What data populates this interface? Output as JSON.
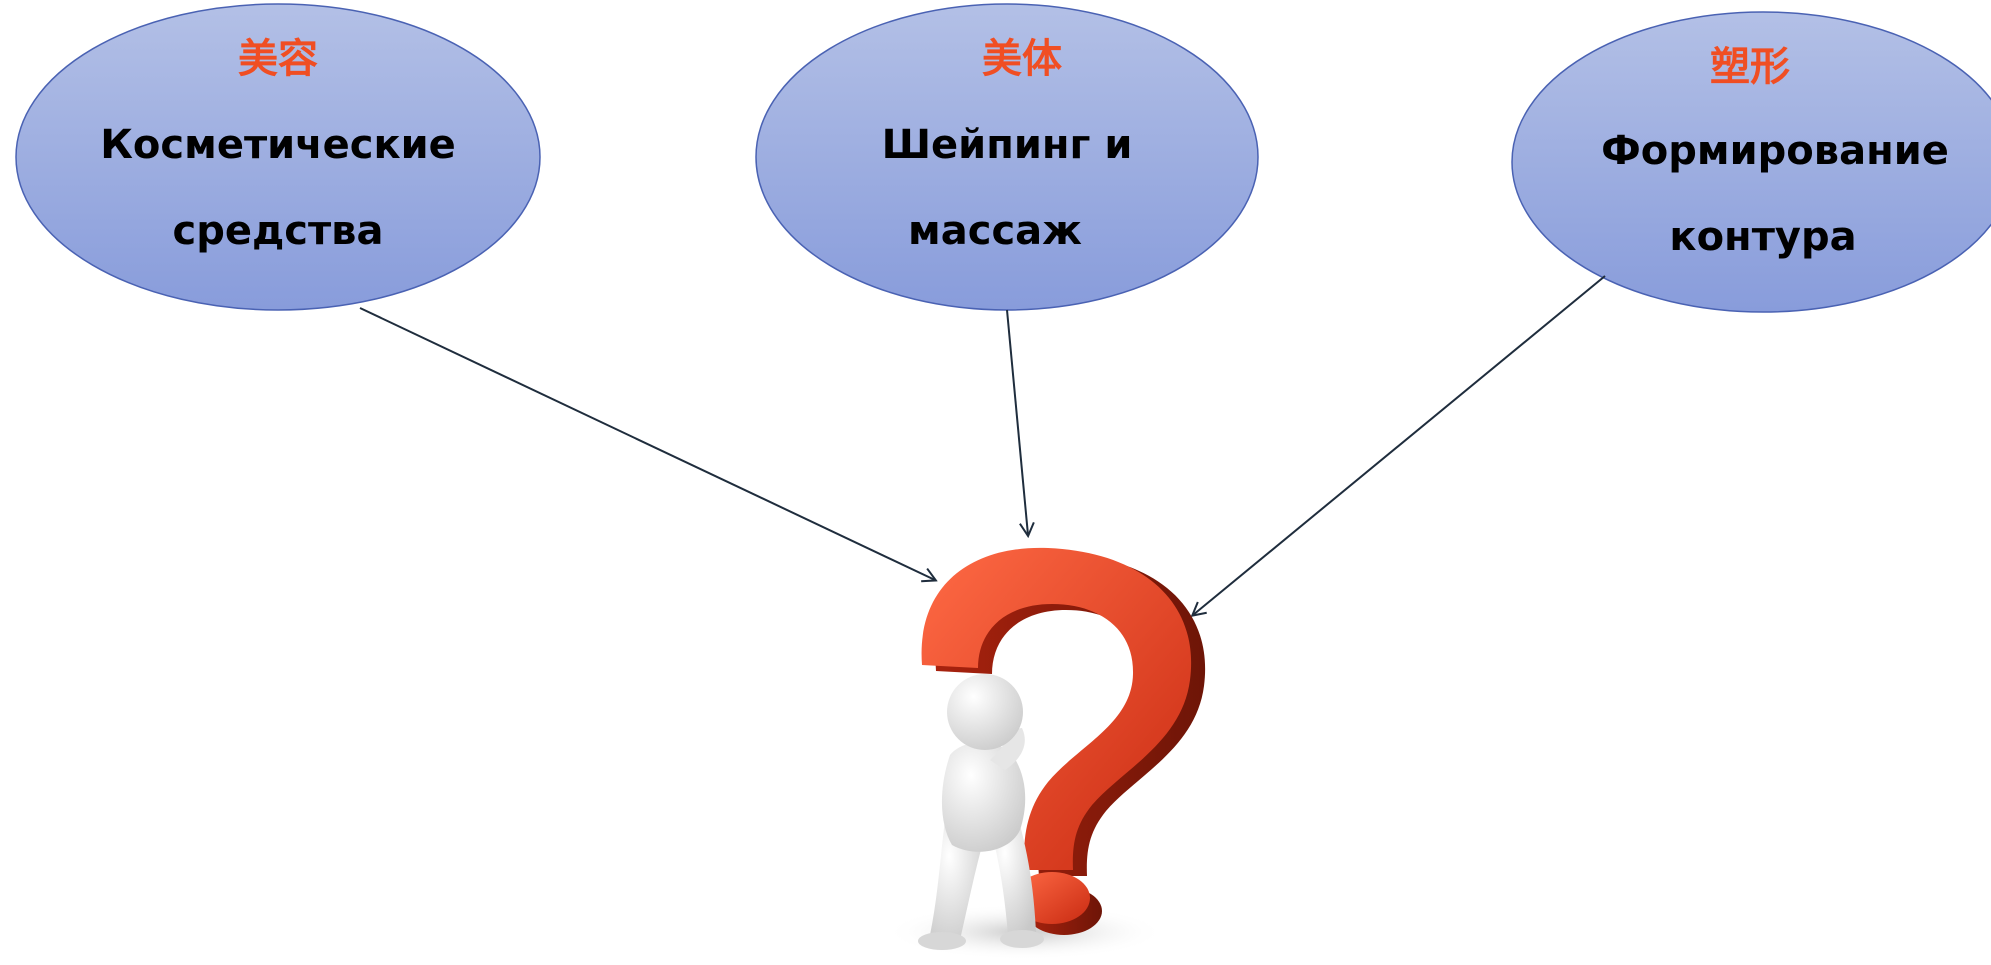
{
  "nodes": [
    {
      "zh": "美容",
      "line1": "Косметические",
      "line2": "средства"
    },
    {
      "zh": "美体",
      "line1": "Шейпинг и",
      "line2": "массаж"
    },
    {
      "zh": "塑形",
      "line1": "Формирование",
      "line2": "контура"
    }
  ],
  "center_icon": "thinking-figure-question-mark-icon",
  "colors": {
    "chinese_label": "#f04e23",
    "bubble_fill_top": "#b0bde4",
    "bubble_fill_bottom": "#8b9fdb",
    "bubble_stroke": "#4a62b3",
    "arrow": "#1f2d3d",
    "question_mark": "#e8432a"
  }
}
